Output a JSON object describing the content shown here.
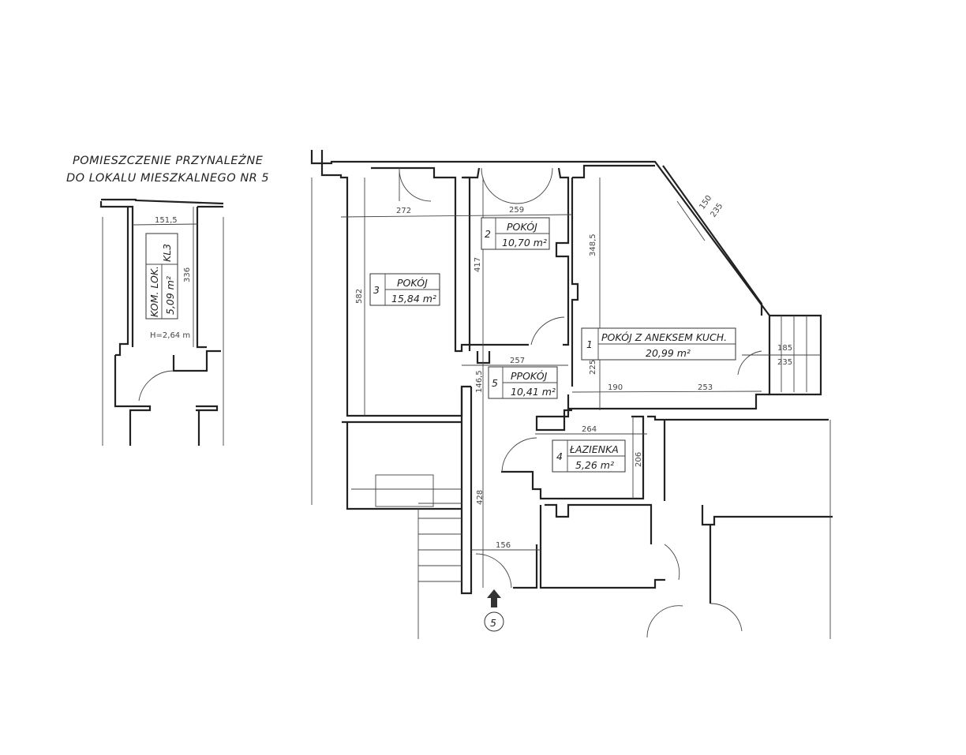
{
  "annex": {
    "title_line1": "POMIESZCZENIE PRZYNALEŻNE",
    "title_line2": "DO LOKALU MIESZKALNEGO NR 5",
    "code": "KL3",
    "name": "KOM. LOK.",
    "area": "5,09 m²",
    "height": "H=2,64 m",
    "dim_width": "151,5",
    "dim_length": "336"
  },
  "rooms": [
    {
      "number": "1",
      "name": "POKÓJ Z ANEKSEM KUCH.",
      "area": "20,99 m²"
    },
    {
      "number": "2",
      "name": "POKÓJ",
      "area": "10,70 m²"
    },
    {
      "number": "3",
      "name": "POKÓJ",
      "area": "15,84 m²"
    },
    {
      "number": "4",
      "name": "ŁAZIENKA",
      "area": "5,26 m²"
    },
    {
      "number": "5",
      "name": "PPOKÓJ",
      "area": "10,41 m²"
    }
  ],
  "dimensions": {
    "room3_width": "272",
    "room3_length": "582",
    "room2_width": "259",
    "room2_length": "417",
    "room1_depth": "348,5",
    "room1_lower": "225",
    "room1_w1": "190",
    "room1_w2": "253",
    "window_top": "150",
    "window_bottom": "235",
    "door_top": "185",
    "door_bottom": "235",
    "room5_width": "257",
    "room5_length": "146,5",
    "bath_width": "264",
    "bath_length": "206",
    "corridor_length": "428",
    "corridor_width": "156"
  },
  "entrance": {
    "number": "5"
  }
}
